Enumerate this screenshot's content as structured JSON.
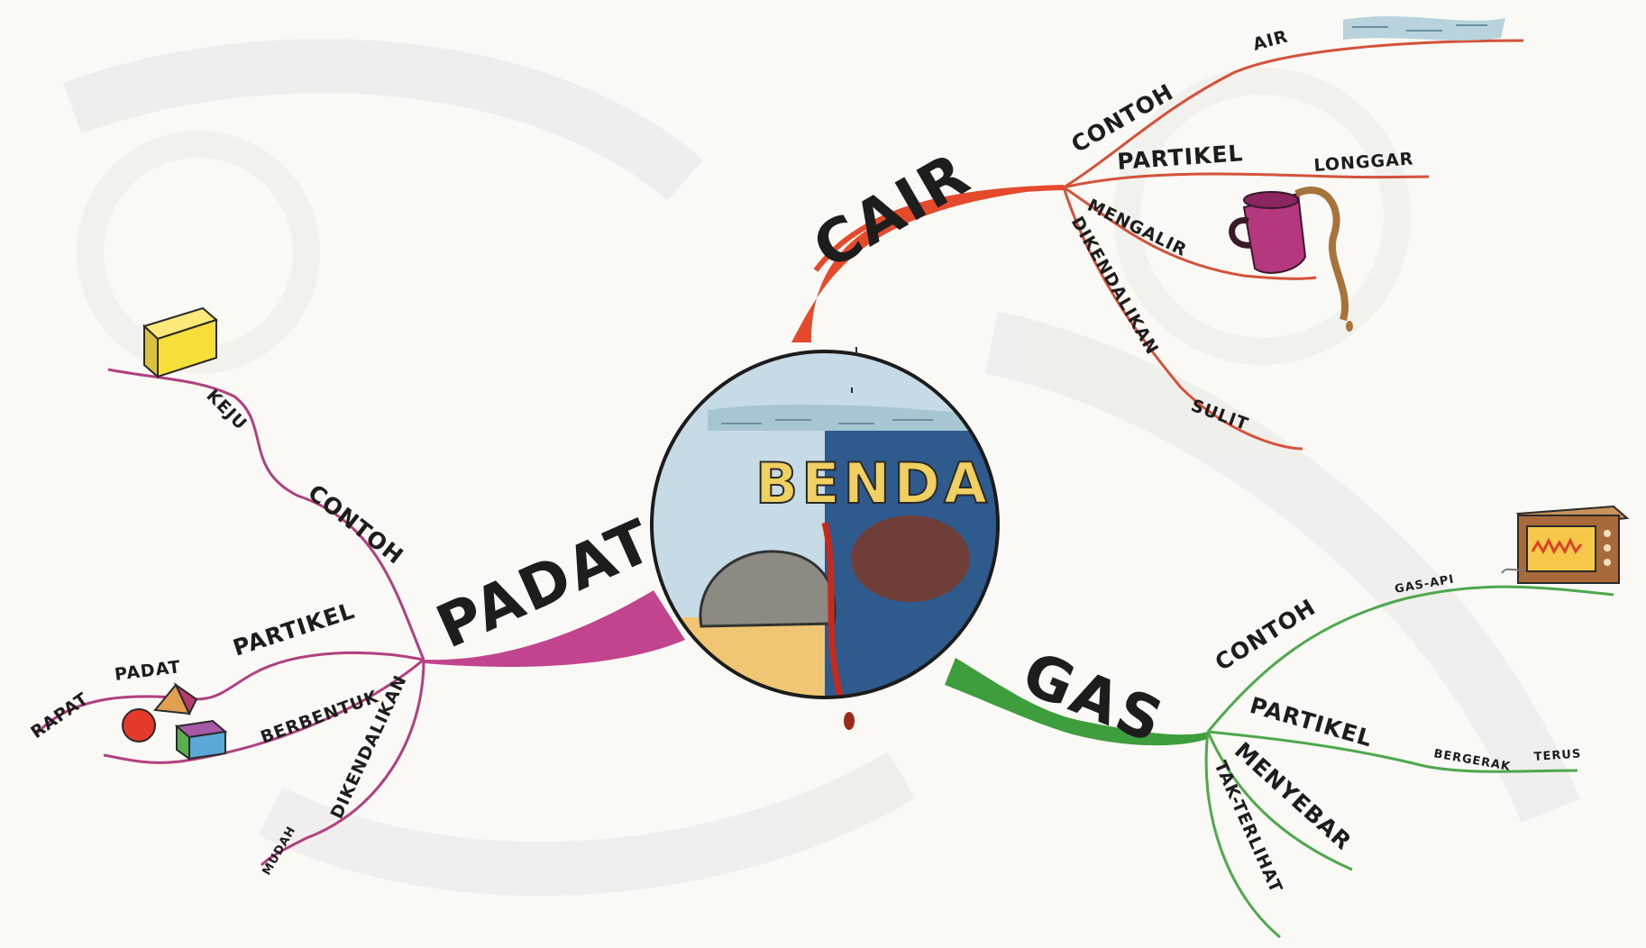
{
  "center": {
    "label": "BENDA"
  },
  "branches": {
    "cair": {
      "title": "CAIR",
      "color": "#e54a2c",
      "contoh": "CONTOH",
      "air": "AIR",
      "partikel": "PARTIKEL",
      "longgar": "LONGGAR",
      "mengalir": "MENGALIR",
      "dikendalikan": "DIKENDALIKAN",
      "sulit": "SULIT"
    },
    "padat": {
      "title": "PADAT",
      "color": "#c2448f",
      "keju": "KEJU",
      "contoh": "CONTOH",
      "partikel": "PARTIKEL",
      "padat": "PADAT",
      "rapat": "RAPAT",
      "berbentuk": "BERBENTUK",
      "dikendalikan": "DIKENDALIKAN",
      "mudah": "MUDAH"
    },
    "gas": {
      "title": "GAS",
      "color": "#3e9e3e",
      "contoh": "CONTOH",
      "gas_api": "GAS-API",
      "partikel": "PARTIKEL",
      "bergerak": "BERGERAK",
      "terus": "TERUS",
      "menyebar": "MENYEBAR",
      "tak_terlihat": "TAK-TERLIHAT"
    }
  }
}
